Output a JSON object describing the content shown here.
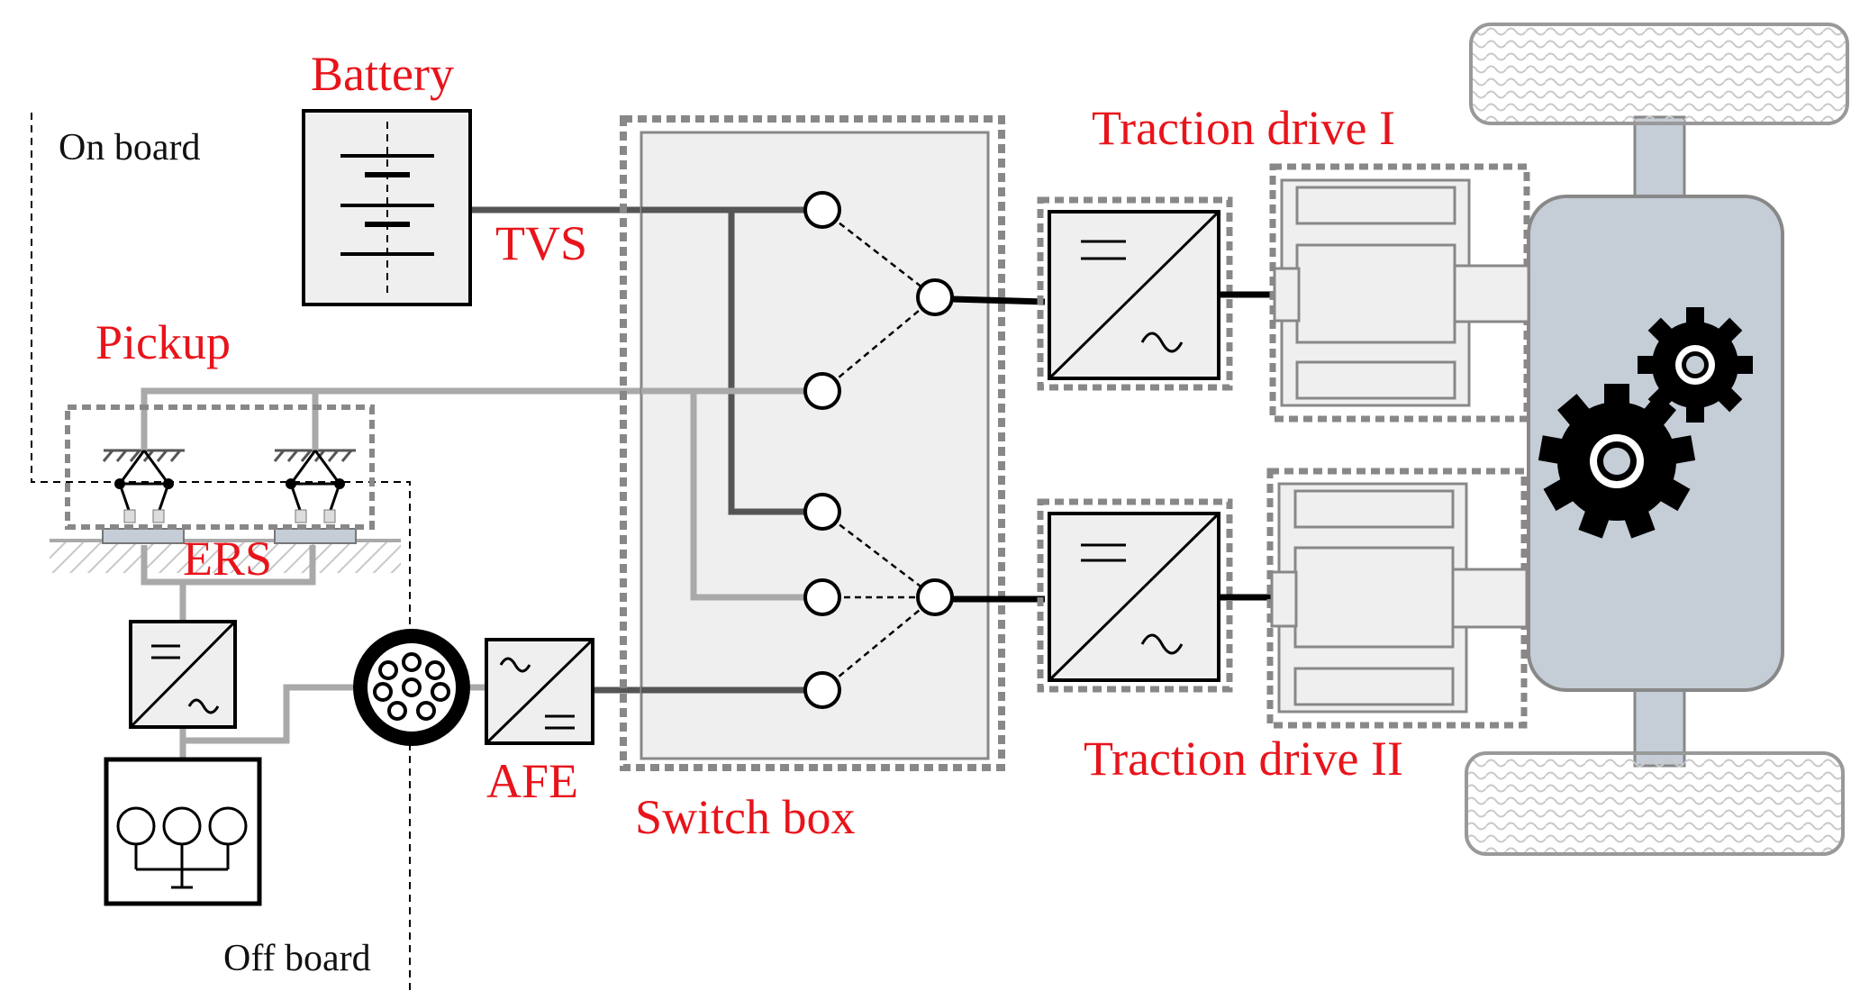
{
  "labels": {
    "battery": "Battery",
    "tvs": "TVS",
    "pickup": "Pickup",
    "ers": "ERS",
    "afe": "AFE",
    "switch_box": "Switch box",
    "traction_drive_1": "Traction drive I",
    "traction_drive_2": "Traction drive II",
    "on_board": "On board",
    "off_board": "Off board"
  },
  "colors": {
    "accent_text": "#e8141b",
    "component_fill": "#efefef",
    "chassis_fill": "#c5cdd7",
    "conductor_gray": "#a9a9a9",
    "conductor_dark": "#555555"
  }
}
